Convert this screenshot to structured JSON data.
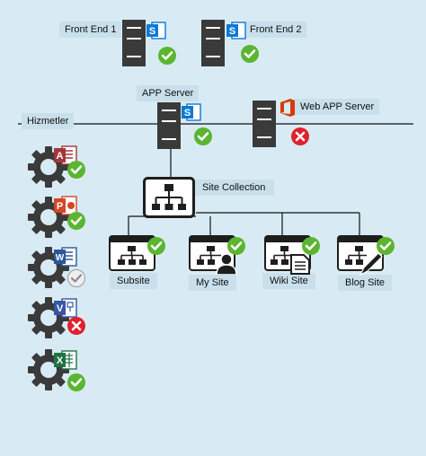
{
  "diagram": {
    "servers": {
      "front_end_1": "Front End 1",
      "front_end_2": "Front End 2",
      "app_server": "APP Server",
      "web_app_server": "Web APP Server"
    },
    "services_title": "Hizmetler",
    "site_collection": "Site Collection",
    "sites": {
      "subsite": "Subsite",
      "my_site": "My Site",
      "wiki_site": "Wiki Site",
      "blog_site": "Blog Site"
    },
    "services": [
      {
        "app": "Access",
        "letter": "A",
        "color": "#a4373a",
        "status": "ok"
      },
      {
        "app": "PowerPoint",
        "letter": "P",
        "color": "#d24726",
        "status": "ok"
      },
      {
        "app": "Word",
        "letter": "W",
        "color": "#2b579a",
        "status": "pending"
      },
      {
        "app": "Visio",
        "letter": "V",
        "color": "#3955a3",
        "status": "error"
      },
      {
        "app": "Excel",
        "letter": "X",
        "color": "#217346",
        "status": "ok"
      }
    ],
    "colors": {
      "background": "#d8ebf4",
      "label_bg": "#c9e0ec",
      "ok": "#5bb531",
      "error": "#e0202e",
      "pending": "#c8c8c8",
      "server": "#3a3a3a",
      "gear": "#3a3a3a",
      "sharepoint": "#0f78d4",
      "office": "#d83b01"
    }
  }
}
